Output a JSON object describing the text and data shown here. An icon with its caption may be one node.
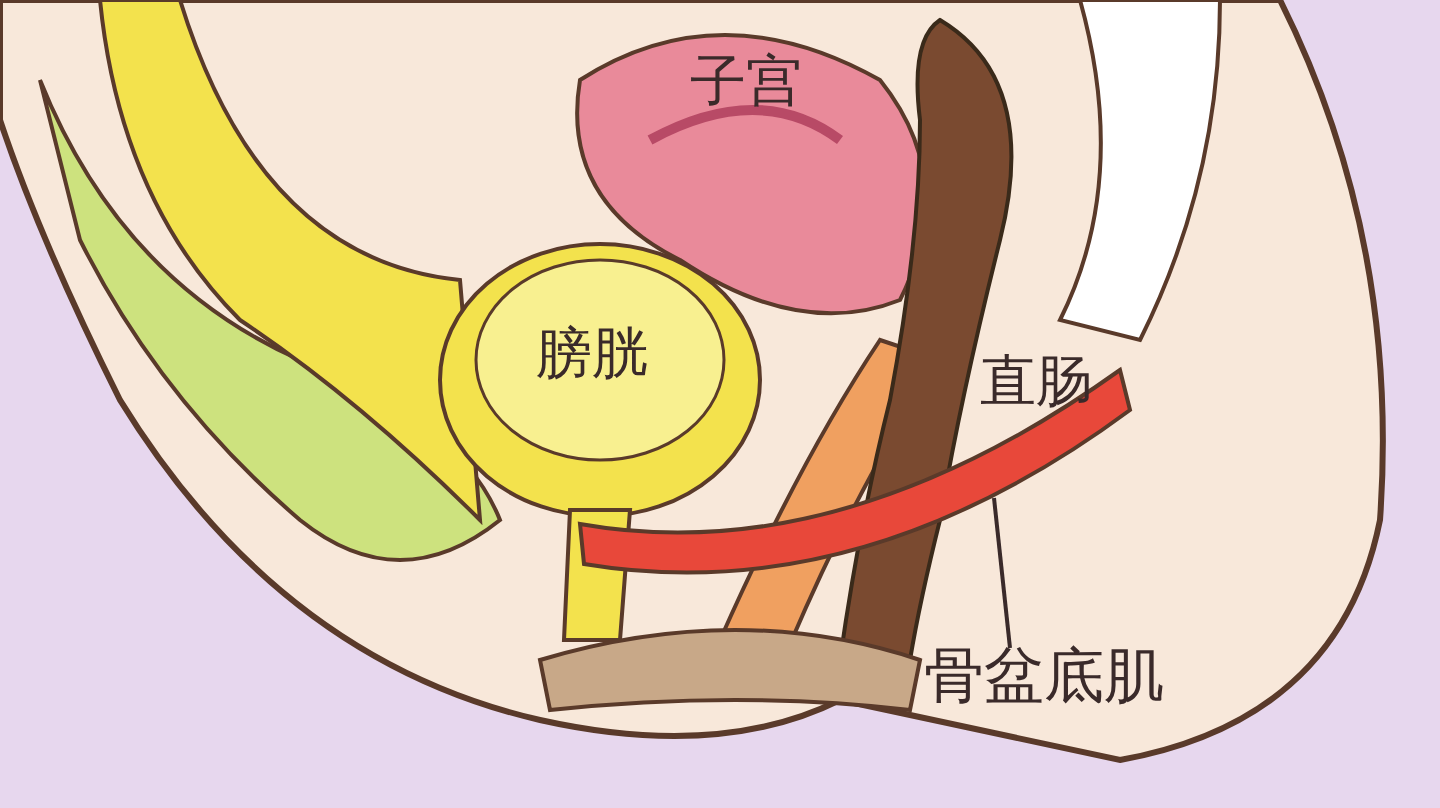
{
  "diagram": {
    "nodes": [
      {
        "text": [
          "骨盆底肌"
        ]
      },
      {
        "text": [],
        "shape": "picture"
      }
    ],
    "edges": [
      {
        "from": 0,
        "to": 1,
        "arrow": "none"
      }
    ],
    "labels": [
      "子宫",
      "膀胱",
      "直肠"
    ]
  }
}
